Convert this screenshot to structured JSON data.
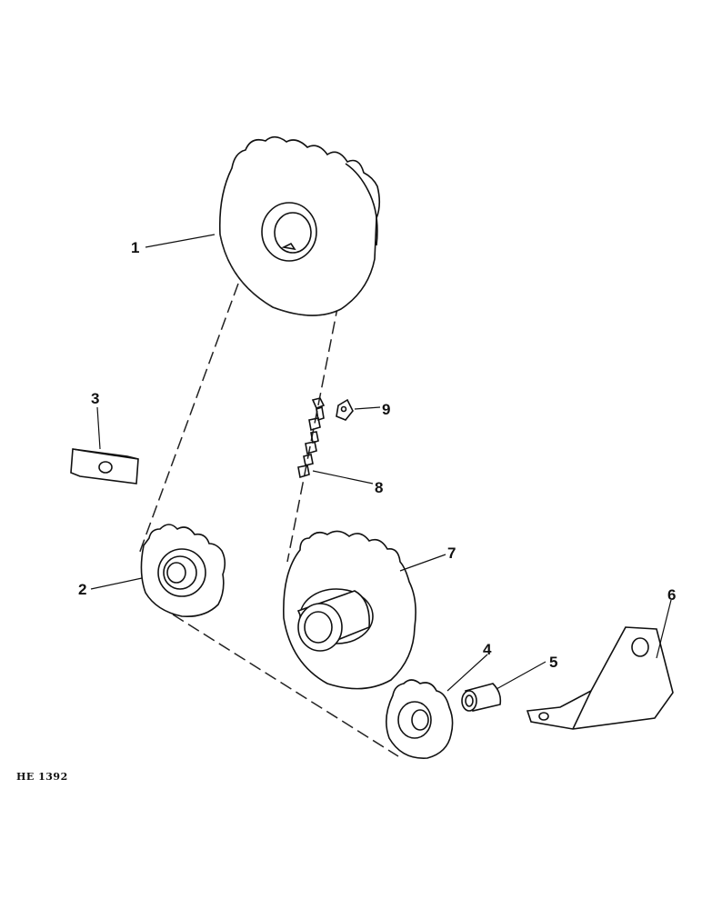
{
  "callouts": [
    {
      "id": "1",
      "label": "1"
    },
    {
      "id": "2",
      "label": "2"
    },
    {
      "id": "3",
      "label": "3"
    },
    {
      "id": "4",
      "label": "4"
    },
    {
      "id": "5",
      "label": "5"
    },
    {
      "id": "6",
      "label": "6"
    },
    {
      "id": "7",
      "label": "7"
    },
    {
      "id": "8",
      "label": "8"
    },
    {
      "id": "9",
      "label": "9"
    }
  ],
  "figure_ref": "HE 1392",
  "colors": {
    "ink": "#111111",
    "paper": "#ffffff"
  }
}
